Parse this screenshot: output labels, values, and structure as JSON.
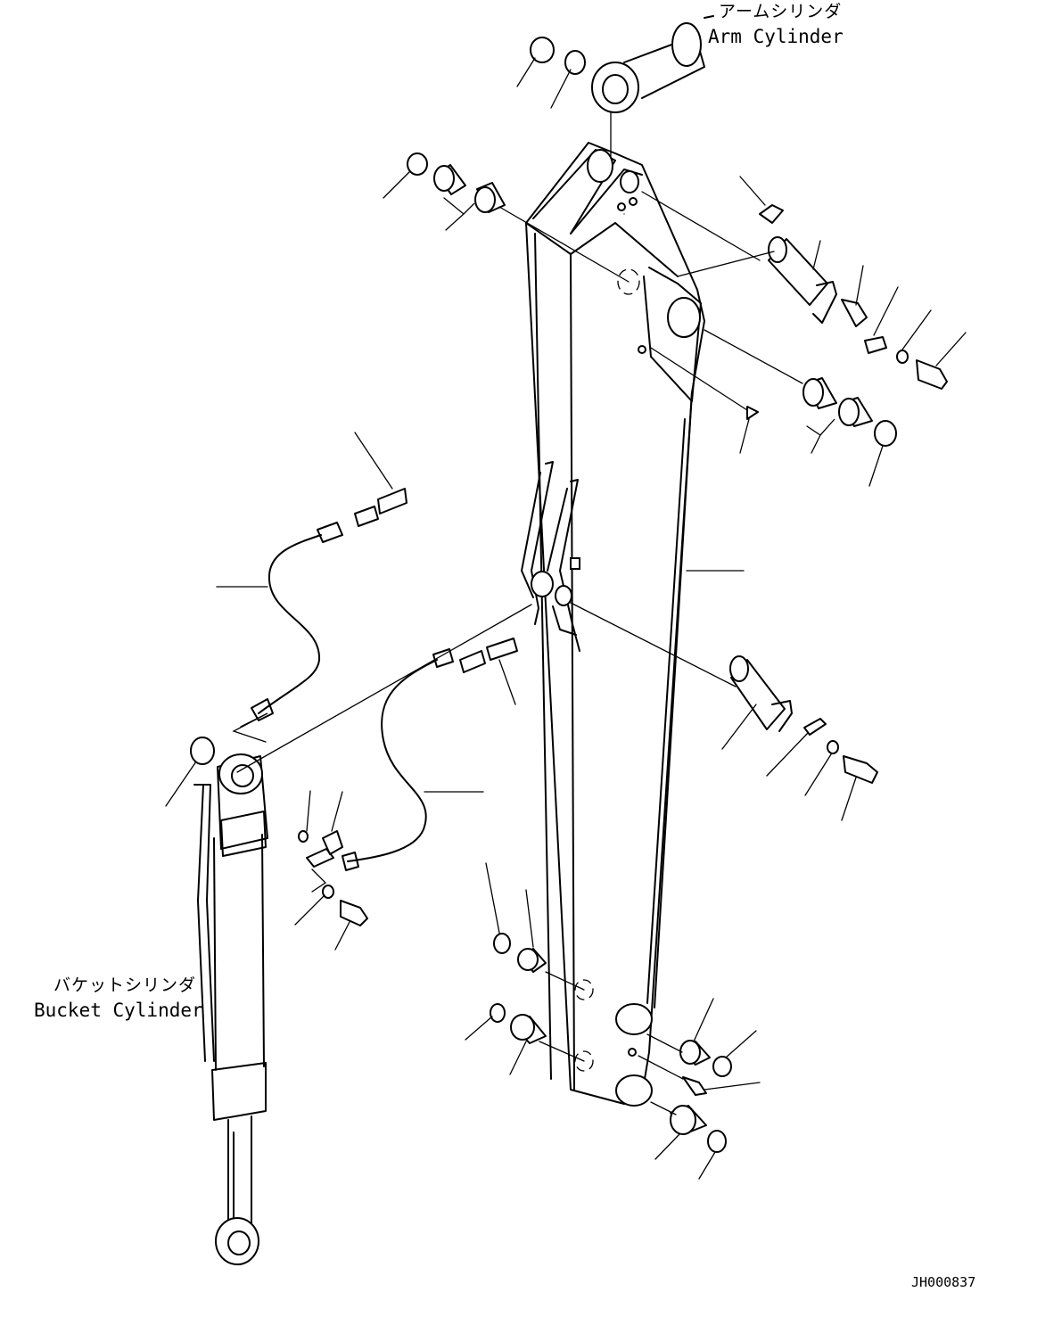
{
  "labels": {
    "arm_cylinder_jp": "アームシリンダ",
    "arm_cylinder_en": "Arm Cylinder",
    "bucket_cylinder_jp": "バケットシリンダ",
    "bucket_cylinder_en": "Bucket Cylinder",
    "drawing_id": "JH000837"
  },
  "colors": {
    "line": "#000000",
    "background": "#ffffff"
  },
  "icons": [
    "arm-structure",
    "bucket-cylinder",
    "arm-cylinder",
    "hydraulic-hose",
    "pin",
    "bushing",
    "seal-ring",
    "shim",
    "bolt",
    "grease-fitting",
    "washer"
  ]
}
